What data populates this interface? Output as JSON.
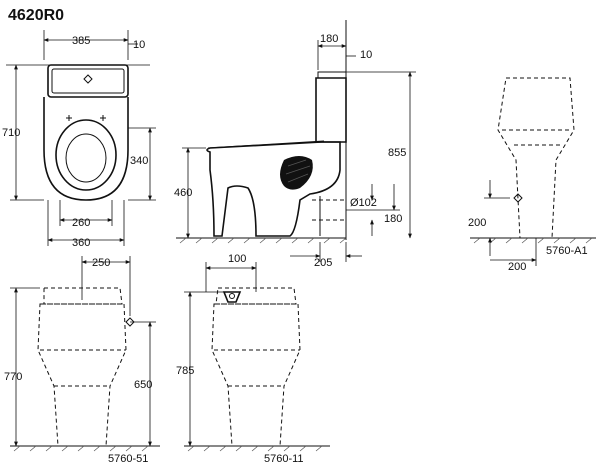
{
  "title": "4620R0",
  "top_view": {
    "w385": "385",
    "d10": "10",
    "h710": "710",
    "h340": "340",
    "w260": "260",
    "w360": "360"
  },
  "side_view": {
    "d180": "180",
    "d10": "10",
    "h855": "855",
    "h460": "460",
    "dia102": "Ø102",
    "h180": "180",
    "d205": "205"
  },
  "view_a1": {
    "h200": "200",
    "w200": "200",
    "label": "5760-A1"
  },
  "view_51": {
    "w250": "250",
    "h770": "770",
    "h650": "650",
    "label": "5760-51"
  },
  "view_11": {
    "w100": "100",
    "h785": "785",
    "label": "5760-11"
  }
}
